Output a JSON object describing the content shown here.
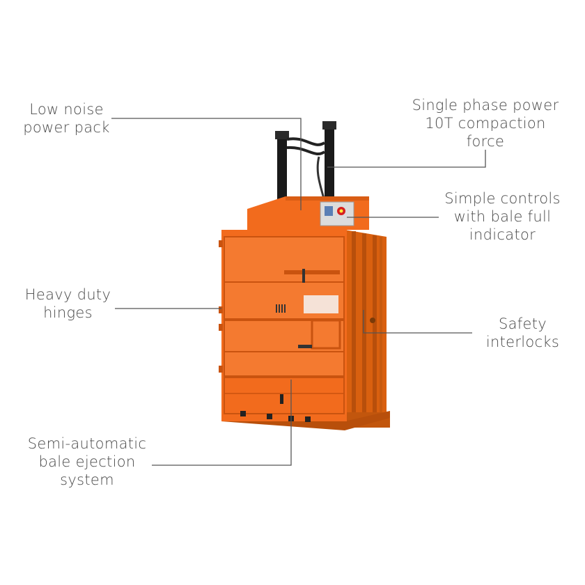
{
  "colors": {
    "machine_orange": "#f26b1d",
    "machine_dark_orange": "#c9530f",
    "ram_black": "#1a1a1a",
    "leader_line": "#555555",
    "text": "#4a4a4a"
  },
  "callouts": {
    "power_pack": {
      "lines": [
        "Low noise",
        "power pack"
      ]
    },
    "single_phase": {
      "lines": [
        "Single phase power",
        "10T compaction",
        "force"
      ]
    },
    "controls": {
      "lines": [
        "Simple controls",
        "with bale full",
        "indicator"
      ]
    },
    "hinges": {
      "lines": [
        "Heavy duty",
        "hinges"
      ]
    },
    "interlocks": {
      "lines": [
        "Safety",
        "interlocks"
      ]
    },
    "ejection": {
      "lines": [
        "Semi-automatic",
        "bale ejection",
        "system"
      ]
    }
  }
}
